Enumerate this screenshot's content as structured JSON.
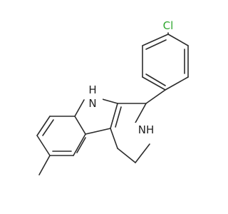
{
  "molecule": {
    "atoms": {
      "chlorine": "Cl",
      "indole_nh": "N",
      "indole_nh_h": "H",
      "amine_nh": "N",
      "amine_nh_h": "H"
    },
    "colors": {
      "bond": "#2b2b2b",
      "label": "#1f1f1f",
      "chlorine": "#2fa72f",
      "background": "#ffffff"
    }
  }
}
